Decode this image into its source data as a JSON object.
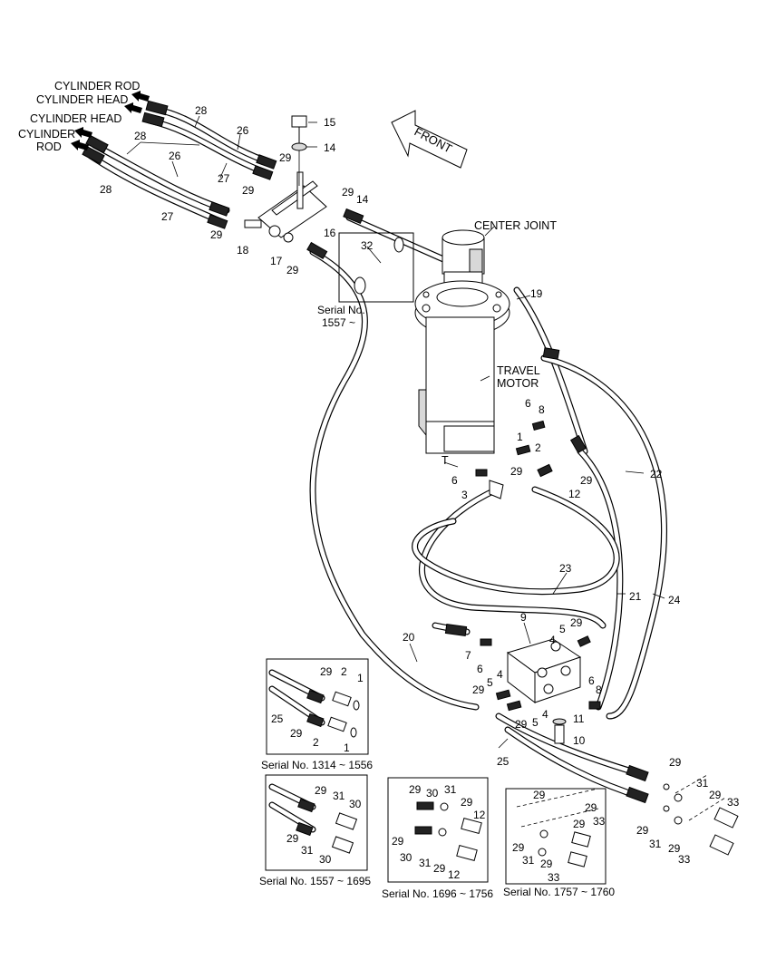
{
  "labels": {
    "cyl_rod_top": "CYLINDER ROD",
    "cyl_head_top": "CYLINDER HEAD",
    "cyl_head_mid": "CYLINDER HEAD",
    "cylinder": "CYLINDER",
    "rod": "ROD",
    "front": "FRONT",
    "center_joint": "CENTER JOINT",
    "travel": "TRAVEL",
    "motor": "MOTOR",
    "port_t": "T"
  },
  "captions": {
    "serial_1557_line1": "Serial No.",
    "serial_1557_line2": "1557 ~",
    "box1": "Serial No. 1314 ~ 1556",
    "box2": "Serial No. 1557 ~ 1695",
    "box3": "Serial No. 1696 ~ 1756",
    "box4": "Serial No. 1757 ~ 1760"
  },
  "callouts": {
    "n1": "1",
    "n2": "2",
    "n3": "3",
    "n4": "4",
    "n5": "5",
    "n6": "6",
    "n7": "7",
    "n8": "8",
    "n9": "9",
    "n10": "10",
    "n11": "11",
    "n12": "12",
    "n14": "14",
    "n15": "15",
    "n16": "16",
    "n17": "17",
    "n18": "18",
    "n19": "19",
    "n20": "20",
    "n21": "21",
    "n22": "22",
    "n23": "23",
    "n24": "24",
    "n25": "25",
    "n26": "26",
    "n27": "27",
    "n28": "28",
    "n29": "29",
    "n30": "30",
    "n31": "31",
    "n32": "32",
    "n33": "33"
  },
  "colors": {
    "line": "#000000",
    "background": "#ffffff",
    "fill_gray": "#d8d8d8"
  }
}
